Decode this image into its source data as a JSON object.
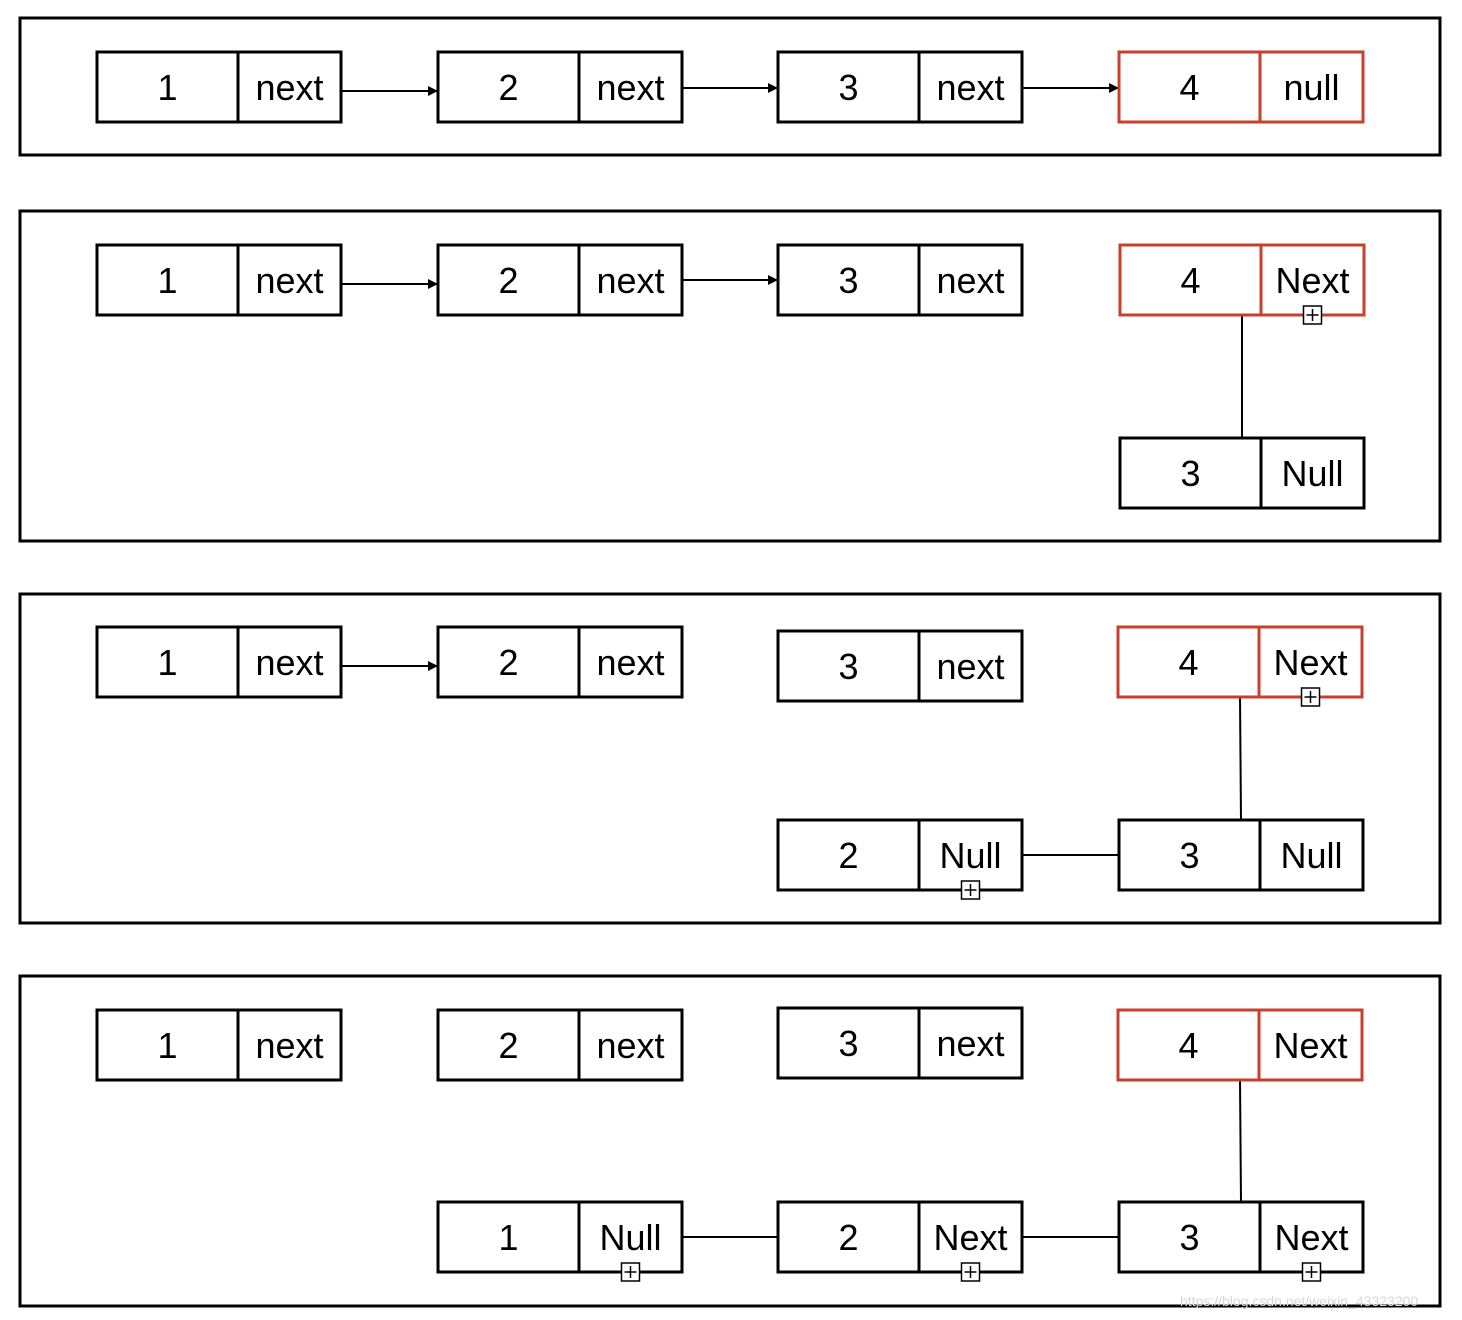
{
  "panels": [
    {
      "nodes": [
        {
          "value": "1",
          "pointer": "next"
        },
        {
          "value": "2",
          "pointer": "next"
        },
        {
          "value": "3",
          "pointer": "next"
        },
        {
          "value": "4",
          "pointer": "null",
          "highlight": true
        }
      ]
    },
    {
      "nodes": [
        {
          "value": "1",
          "pointer": "next"
        },
        {
          "value": "2",
          "pointer": "next"
        },
        {
          "value": "3",
          "pointer": "next"
        },
        {
          "value": "4",
          "pointer": "Next",
          "highlight": true
        },
        {
          "value": "3",
          "pointer": "Null"
        }
      ]
    },
    {
      "nodes": [
        {
          "value": "1",
          "pointer": "next"
        },
        {
          "value": "2",
          "pointer": "next"
        },
        {
          "value": "3",
          "pointer": "next"
        },
        {
          "value": "4",
          "pointer": "Next",
          "highlight": true
        },
        {
          "value": "2",
          "pointer": "Null"
        },
        {
          "value": "3",
          "pointer": "Null"
        }
      ]
    },
    {
      "nodes": [
        {
          "value": "1",
          "pointer": "next"
        },
        {
          "value": "2",
          "pointer": "next"
        },
        {
          "value": "3",
          "pointer": "next"
        },
        {
          "value": "4",
          "pointer": "Next",
          "highlight": true
        },
        {
          "value": "1",
          "pointer": "Null"
        },
        {
          "value": "2",
          "pointer": "Next"
        },
        {
          "value": "3",
          "pointer": "Next"
        }
      ]
    }
  ],
  "colors": {
    "highlight": "#c8402d",
    "stroke": "#000000"
  },
  "watermark": "https://blog.csdn.net/weixin_43323200"
}
